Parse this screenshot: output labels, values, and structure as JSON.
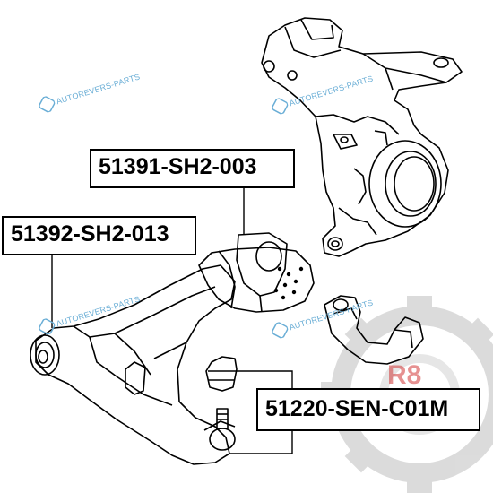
{
  "watermark": {
    "text": "AUTOREVERS-PARTS",
    "color": "#6aaed6"
  },
  "parts": {
    "stabilizer_bushing": {
      "part_number": "51391-SH2-003"
    },
    "control_arm_bushing": {
      "part_number": "51392-SH2-013"
    },
    "ball_joint": {
      "part_number": "51220-SEN-C01M"
    }
  },
  "gear_logo": {
    "color": "#d8d8d8",
    "accent": "#cc2222"
  },
  "line_color": "#000000"
}
